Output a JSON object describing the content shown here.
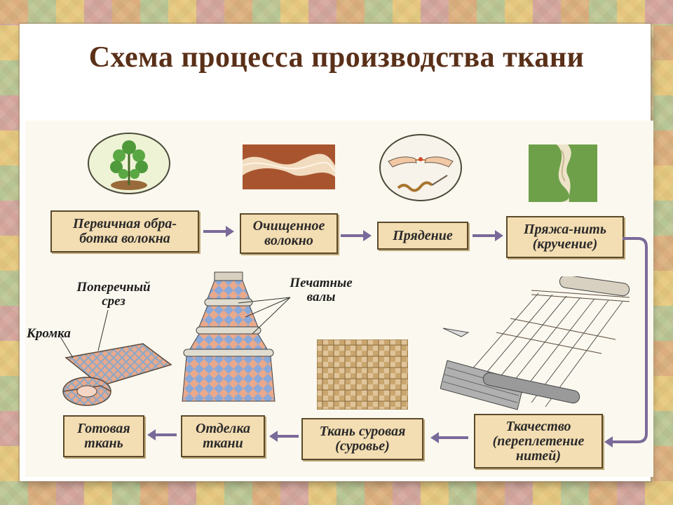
{
  "title": "Схема процесса производства ткани",
  "steps_top": [
    {
      "line1": "Первичная обра-",
      "line2": "ботка волокна"
    },
    {
      "line1": "Очищенное",
      "line2": "волокно"
    },
    {
      "line1": "Прядение",
      "line2": ""
    },
    {
      "line1": "Пряжа-нить",
      "line2": "(кручение)"
    }
  ],
  "steps_bottom": [
    {
      "line1": "Готовая",
      "line2": "ткань",
      "line3": ""
    },
    {
      "line1": "Отделка",
      "line2": "ткани",
      "line3": ""
    },
    {
      "line1": "Ткань суровая",
      "line2": "(суровье)",
      "line3": ""
    },
    {
      "line1": "Ткачество",
      "line2": "(переплетение",
      "line3": "нитей)"
    }
  ],
  "annotations": {
    "cross_section_1": "Поперечный",
    "cross_section_2": "срез",
    "edge": "Кромка",
    "rollers_1": "Печатные",
    "rollers_2": "валы"
  },
  "icons": [
    "plant-icon",
    "fiber-icon",
    "spinning-hands-icon",
    "yarn-icon",
    "fabric-roll-icon",
    "printing-machine-icon",
    "woven-fabric-icon",
    "loom-icon"
  ],
  "colors": {
    "title": "#5a3018",
    "box_fill": "#f3ddb2",
    "arrow": "#7a6a9a"
  }
}
